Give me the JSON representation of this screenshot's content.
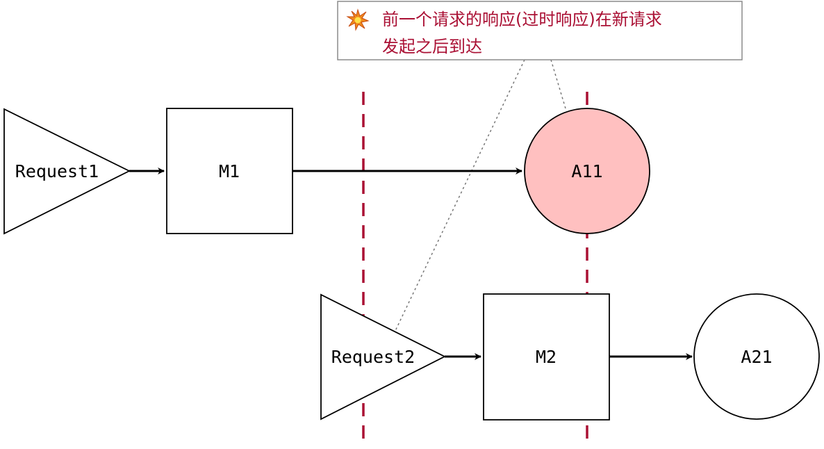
{
  "nodes": {
    "request1": {
      "label": "Request1"
    },
    "m1": {
      "label": "M1"
    },
    "a11": {
      "label": "A11"
    },
    "request2": {
      "label": "Request2"
    },
    "m2": {
      "label": "M2"
    },
    "a21": {
      "label": "A21"
    }
  },
  "note": {
    "icon": "collision-icon",
    "line1": "前一个请求的响应(过时响应)在新请求",
    "line2": "发起之后到达"
  },
  "colors": {
    "stale_response_fill": "#ffc0c0",
    "timeline_marker": "#aa1034",
    "note_text": "#aa1034",
    "stroke": "#000000"
  }
}
